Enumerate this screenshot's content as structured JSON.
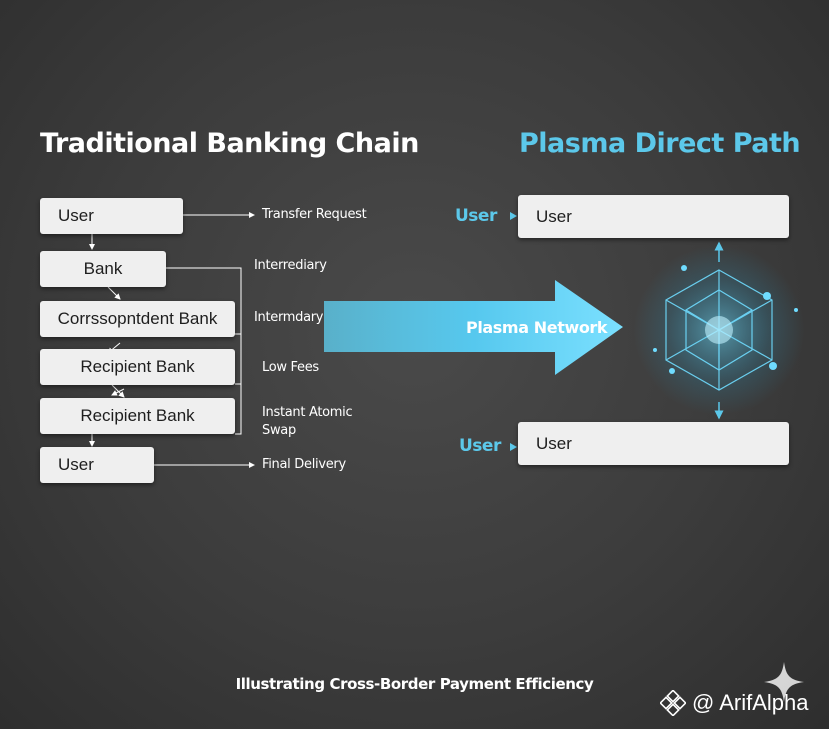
{
  "left": {
    "title": "Traditional Banking Chain",
    "boxes": [
      "User",
      "Bank",
      "Corrssopntdent Bank",
      "Recipient Bank",
      "Recipient Bank",
      "User"
    ],
    "notes": [
      "Transfer Request",
      "Interrediary",
      "Intermdary",
      "Low Fees",
      "Instant Atomic",
      "Swap",
      "Final Delivery"
    ]
  },
  "center": {
    "arrow_label": "Plasma Network"
  },
  "right": {
    "title": "Plasma Direct Path",
    "top_tag": "User",
    "top_box": "User",
    "bottom_tag": "User",
    "bottom_box": "User"
  },
  "caption": "Illustrating Cross-Border Payment Efficiency",
  "watermark": {
    "handle": "@ ArifAlpha",
    "icon": "binance-logo-icon"
  },
  "colors": {
    "accent": "#5cc8ea",
    "background": "#3c3c3c",
    "box": "#efefef"
  }
}
